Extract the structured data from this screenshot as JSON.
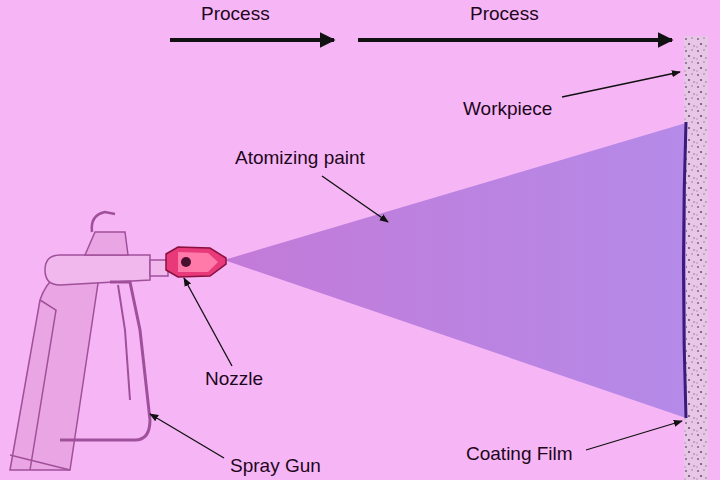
{
  "diagram": {
    "labels": [
      "Process",
      "Process",
      "Workpiece",
      "Atomizing paint",
      "Nozzle",
      "Spray Gun",
      "Coating Film"
    ]
  }
}
